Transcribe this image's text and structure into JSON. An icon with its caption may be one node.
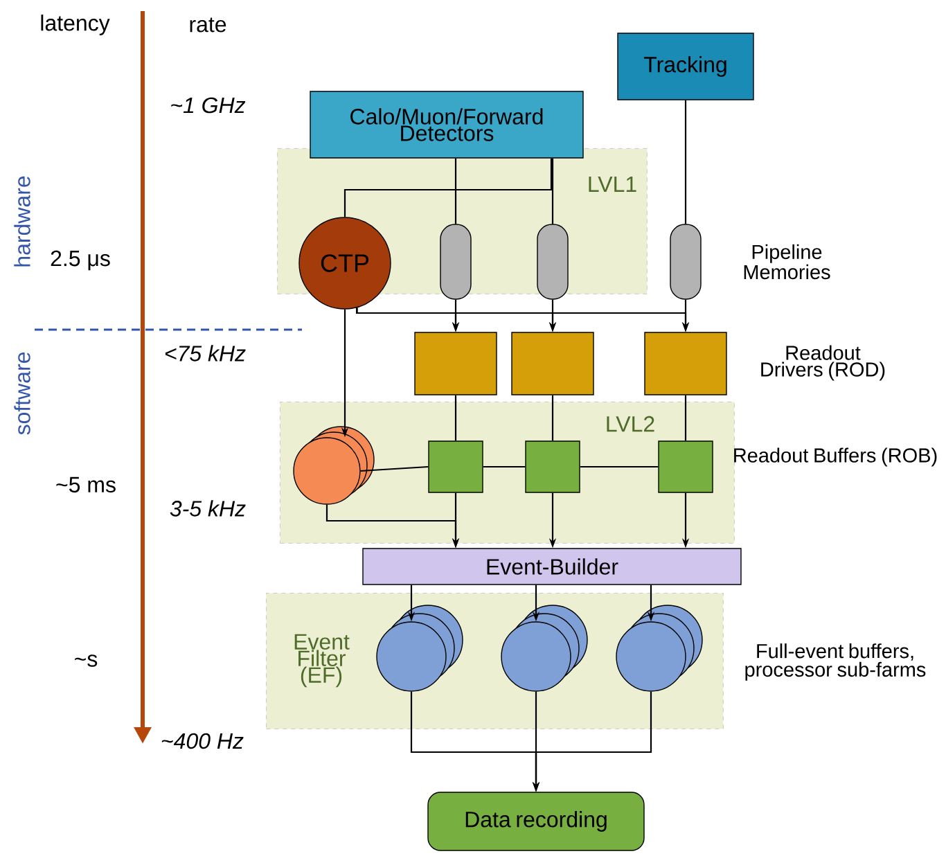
{
  "diagram": {
    "nodes": [
      {
        "text": [
          "Tracking"
        ]
      },
      {
        "text": [
          "Calo/Muon/Forward Detectors"
        ]
      },
      {
        "text": [
          "LVL1"
        ]
      },
      {
        "text": [
          "CTP"
        ],
        "in": 2
      },
      {
        "text": [],
        "shape": "capsule",
        "in": 2
      },
      {
        "text": [],
        "shape": "capsule",
        "in": 2
      },
      {
        "text": [],
        "shape": "capsule"
      },
      {
        "text": [],
        "shape": "box"
      },
      {
        "text": [],
        "shape": "box"
      },
      {
        "text": [],
        "shape": "box"
      },
      {
        "text": [
          "LVL2"
        ]
      },
      {
        "text": [],
        "shape": "stack",
        "in": 10
      },
      {
        "text": [],
        "shape": "box",
        "in": 10
      },
      {
        "text": [],
        "shape": "box",
        "in": 10
      },
      {
        "text": [],
        "shape": "box",
        "in": 10
      },
      {
        "text": [
          "Event-Builder"
        ]
      },
      {
        "text": [
          "Event Filter (EF)"
        ]
      },
      {
        "text": [],
        "shape": "stack",
        "in": 16
      },
      {
        "text": [],
        "shape": "stack",
        "in": 16
      },
      {
        "text": [],
        "shape": "stack",
        "in": 16
      },
      {
        "text": [
          "Data recording"
        ]
      }
    ],
    "edges": [
      {
        "from": 1,
        "to": 3,
        "arrow": "none"
      },
      {
        "from": 1,
        "to": 4,
        "arrow": "none"
      },
      {
        "from": 1,
        "to": 5,
        "arrow": "none"
      },
      {
        "from": 0,
        "to": 6,
        "arrow": "none"
      },
      {
        "from": 4,
        "to": 7,
        "arrow": "to"
      },
      {
        "from": 5,
        "to": 8,
        "arrow": "to"
      },
      {
        "from": 6,
        "to": 9,
        "arrow": "to"
      },
      {
        "from": 3,
        "to": 7,
        "arrow": "to"
      },
      {
        "from": 3,
        "to": 8,
        "arrow": "to"
      },
      {
        "from": 3,
        "to": 9,
        "arrow": "to"
      },
      {
        "from": 3,
        "to": 11,
        "arrow": "to"
      },
      {
        "from": 7,
        "to": 12,
        "arrow": "none"
      },
      {
        "from": 8,
        "to": 13,
        "arrow": "none"
      },
      {
        "from": 9,
        "to": 14,
        "arrow": "none"
      },
      {
        "from": 11,
        "to": 12,
        "arrow": "none"
      },
      {
        "from": 12,
        "to": 13,
        "arrow": "none"
      },
      {
        "from": 13,
        "to": 14,
        "arrow": "none"
      },
      {
        "from": 12,
        "to": 15,
        "arrow": "to"
      },
      {
        "from": 13,
        "to": 15,
        "arrow": "to"
      },
      {
        "from": 14,
        "to": 15,
        "arrow": "to"
      },
      {
        "from": 11,
        "to": 15,
        "arrow": "to"
      },
      {
        "from": 15,
        "to": 17,
        "arrow": "to"
      },
      {
        "from": 15,
        "to": 18,
        "arrow": "to"
      },
      {
        "from": 15,
        "to": 19,
        "arrow": "to"
      },
      {
        "from": 17,
        "to": 20,
        "arrow": "to"
      },
      {
        "from": 18,
        "to": 20,
        "arrow": "to"
      },
      {
        "from": 19,
        "to": 20,
        "arrow": "to"
      }
    ],
    "labels": [
      "latency",
      "rate",
      "~1 GHz",
      "hardware",
      "Pipeline Memories",
      "2.5 μs",
      "software",
      "<75 kHz",
      "Readout Drivers (ROD)",
      "Readout Buffers (ROB)",
      "~5 ms",
      "3-5 kHz",
      "~s",
      "Full-event buffers, processor sub-farms",
      "~400 Hz"
    ]
  }
}
